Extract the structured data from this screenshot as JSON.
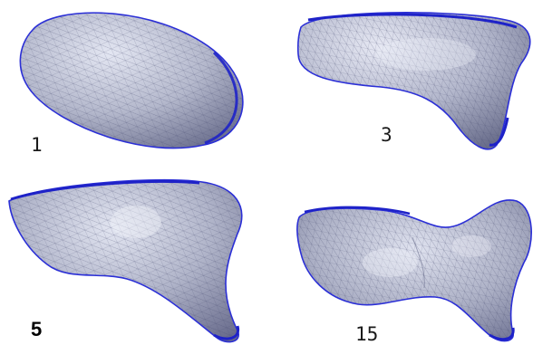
{
  "panels": [
    {
      "label": "1",
      "shape": "ellipsoid-mesh"
    },
    {
      "label": "3",
      "shape": "bent-blob-mesh"
    },
    {
      "label": "5",
      "shape": "bent-blob-mesh"
    },
    {
      "label": "15",
      "shape": "bent-blob-mesh"
    }
  ],
  "colors": {
    "surface_light": "#d4d8ea",
    "surface_dark": "#7b7f98",
    "edge": "#2b2fd6",
    "mesh": "#4a4f72",
    "label": "#1a1a1a"
  }
}
